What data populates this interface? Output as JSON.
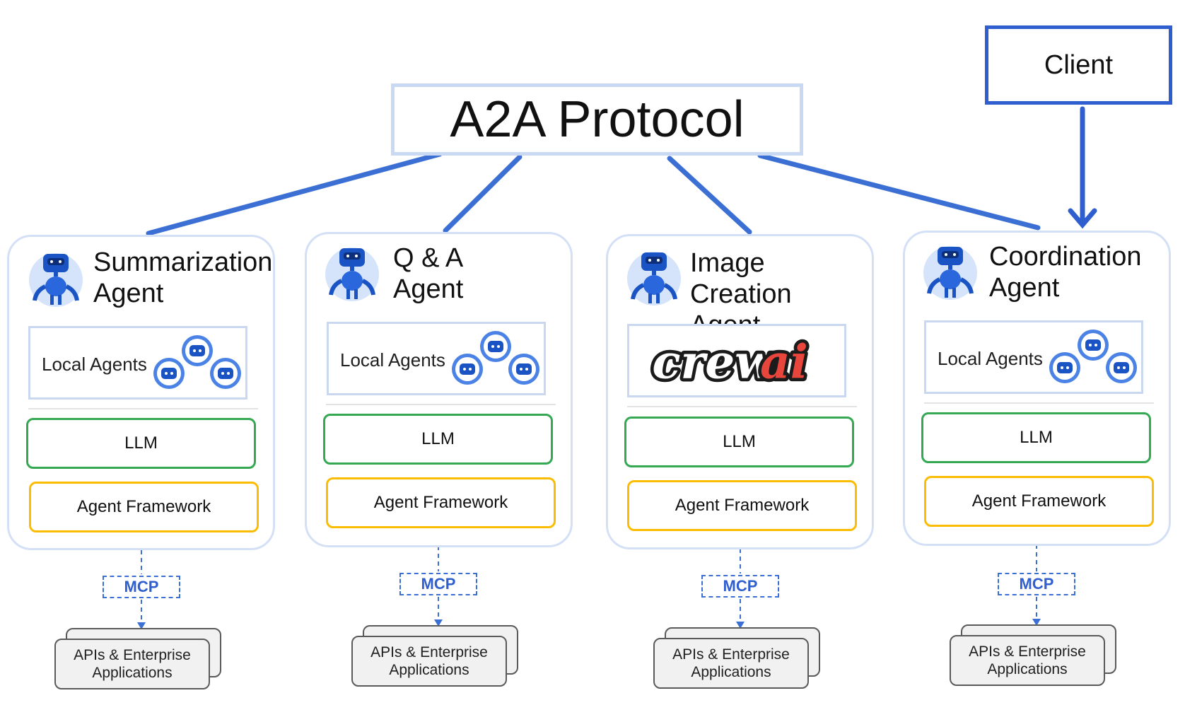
{
  "protocol": {
    "label": "A2A Protocol"
  },
  "client": {
    "label": "Client"
  },
  "agents": [
    {
      "title": "Summarization\nAgent",
      "local_label": "Local Agents",
      "llm_label": "LLM",
      "framework_label": "Agent Framework",
      "mcp_label": "MCP",
      "api_label": "APIs & Enterprise\nApplications"
    },
    {
      "title": "Q & A\nAgent",
      "local_label": "Local Agents",
      "llm_label": "LLM",
      "framework_label": "Agent Framework",
      "mcp_label": "MCP",
      "api_label": "APIs & Enterprise\nApplications"
    },
    {
      "title": "Image Creation\nAgent",
      "logo_text": "crewai",
      "llm_label": "LLM",
      "framework_label": "Agent Framework",
      "mcp_label": "MCP",
      "api_label": "APIs & Enterprise\nApplications"
    },
    {
      "title": "Coordination\nAgent",
      "local_label": "Local Agents",
      "llm_label": "LLM",
      "framework_label": "Agent Framework",
      "mcp_label": "MCP",
      "api_label": "APIs & Enterprise\nApplications"
    }
  ],
  "colors": {
    "connector": "#3b6fd4",
    "llm_border": "#34a853",
    "framework_border": "#fbbc04",
    "card_border": "#d3e0f6",
    "crewai_accent": "#e8453c"
  }
}
